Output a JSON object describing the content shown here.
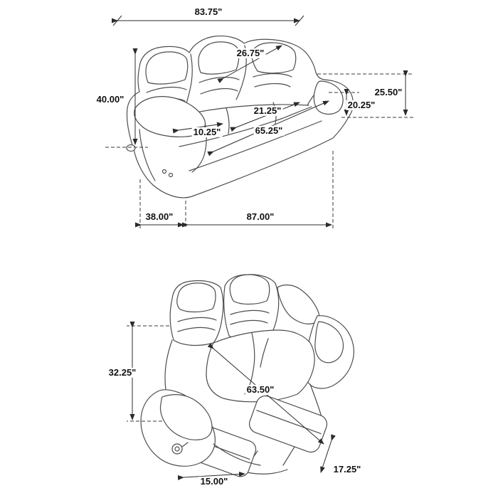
{
  "colors": {
    "background": "#ffffff",
    "line_art": "#4d4d4d",
    "dimension_lines": "#2b2b2b",
    "label_text": "#111111"
  },
  "top_drawing": {
    "dim_back_width": "83.75\"",
    "dim_back_cushion_width": "26.75\"",
    "dim_overall_height": "40.00\"",
    "dim_back_height": "25.50\"",
    "dim_arm_height": "20.25\"",
    "dim_seat_depth": "21.25\"",
    "dim_arm_width": "10.25\"",
    "dim_seat_width": "65.25\"",
    "dim_overall_depth": "38.00\"",
    "dim_overall_width": "87.00\""
  },
  "bottom_drawing": {
    "dim_reclined_back_height": "32.25\"",
    "dim_reclined_depth": "63.50\"",
    "dim_footrest_height": "17.25\"",
    "dim_footrest_width": "15.00\""
  }
}
